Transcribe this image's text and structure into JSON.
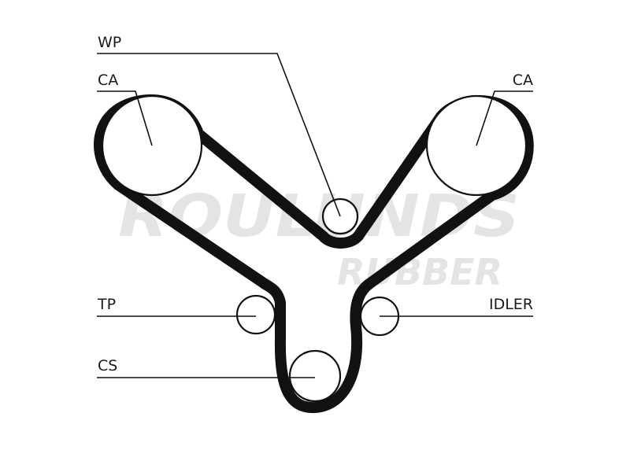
{
  "watermark": {
    "brand": "ROULUNDS",
    "sub": "RUBBER"
  },
  "labels": {
    "wp": "WP",
    "ca_left": "CA",
    "ca_right": "CA",
    "tp": "TP",
    "idler": "IDLER",
    "cs": "CS"
  },
  "colors": {
    "belt": "#111111",
    "watermark": "#e4e4e4"
  }
}
